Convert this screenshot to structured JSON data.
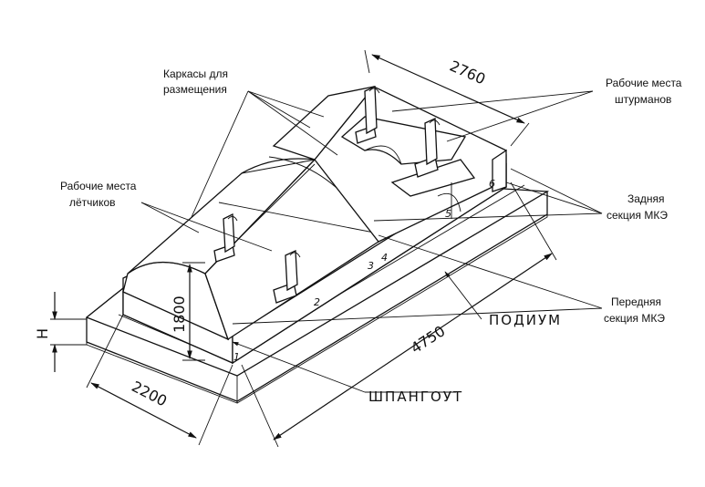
{
  "labels": {
    "frames": [
      "Каркасы для",
      "размещения"
    ],
    "navigator_seats": [
      "Рабочие места",
      "штурманов"
    ],
    "pilot_seats": [
      "Рабочие места",
      "лётчиков"
    ],
    "rear_section": [
      "Задняя",
      "секция МКЭ"
    ],
    "front_section": [
      "Передняя",
      "секция МКЭ"
    ],
    "podium": "ПОДИУМ",
    "frame_rib": "ШПАНГОУТ"
  },
  "dimensions": {
    "top_length": "2760",
    "total_length": "4750",
    "width": "2200",
    "height": "1800",
    "podium_height": "H"
  },
  "frame_numbers": [
    "1",
    "2",
    "3",
    "4",
    "5",
    "6"
  ]
}
